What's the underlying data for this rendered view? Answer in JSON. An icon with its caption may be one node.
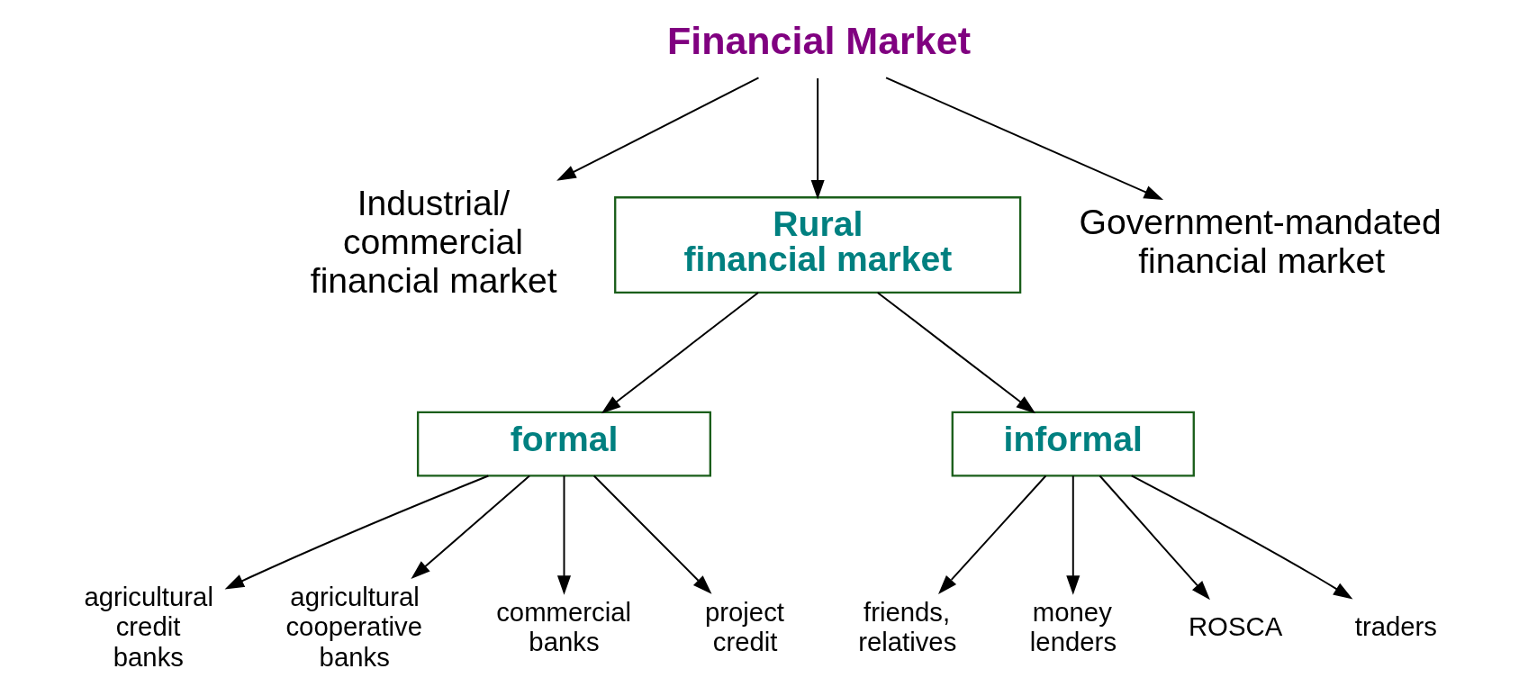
{
  "diagram": {
    "nodes": [
      {
        "text": [
          "Financial Market"
        ]
      },
      {
        "text": [
          "Industrial/ commercial financial market"
        ]
      },
      {
        "text": [
          "Rural financial market"
        ]
      },
      {
        "text": [
          "Government-mandated financial market"
        ]
      },
      {
        "text": [
          "formal"
        ]
      },
      {
        "text": [
          "informal"
        ]
      },
      {
        "text": [
          "agricultural credit banks"
        ]
      },
      {
        "text": [
          "agricultural cooperative banks"
        ]
      },
      {
        "text": [
          "commercial banks"
        ]
      },
      {
        "text": [
          "project credit"
        ]
      },
      {
        "text": [
          "friends, relatives"
        ]
      },
      {
        "text": [
          "money lenders"
        ]
      },
      {
        "text": [
          "ROSCA"
        ]
      },
      {
        "text": [
          "traders"
        ]
      }
    ],
    "edges": [
      {
        "from": 0,
        "to": 1,
        "arrow": "to"
      },
      {
        "from": 0,
        "to": 2,
        "arrow": "to"
      },
      {
        "from": 0,
        "to": 3,
        "arrow": "to"
      },
      {
        "from": 2,
        "to": 4,
        "arrow": "to"
      },
      {
        "from": 2,
        "to": 5,
        "arrow": "to"
      },
      {
        "from": 4,
        "to": 6,
        "arrow": "to"
      },
      {
        "from": 4,
        "to": 7,
        "arrow": "to"
      },
      {
        "from": 4,
        "to": 8,
        "arrow": "to"
      },
      {
        "from": 4,
        "to": 9,
        "arrow": "to"
      },
      {
        "from": 5,
        "to": 10,
        "arrow": "to"
      },
      {
        "from": 5,
        "to": 11,
        "arrow": "to"
      },
      {
        "from": 5,
        "to": 12,
        "arrow": "to"
      },
      {
        "from": 5,
        "to": 13,
        "arrow": "to"
      }
    ]
  }
}
